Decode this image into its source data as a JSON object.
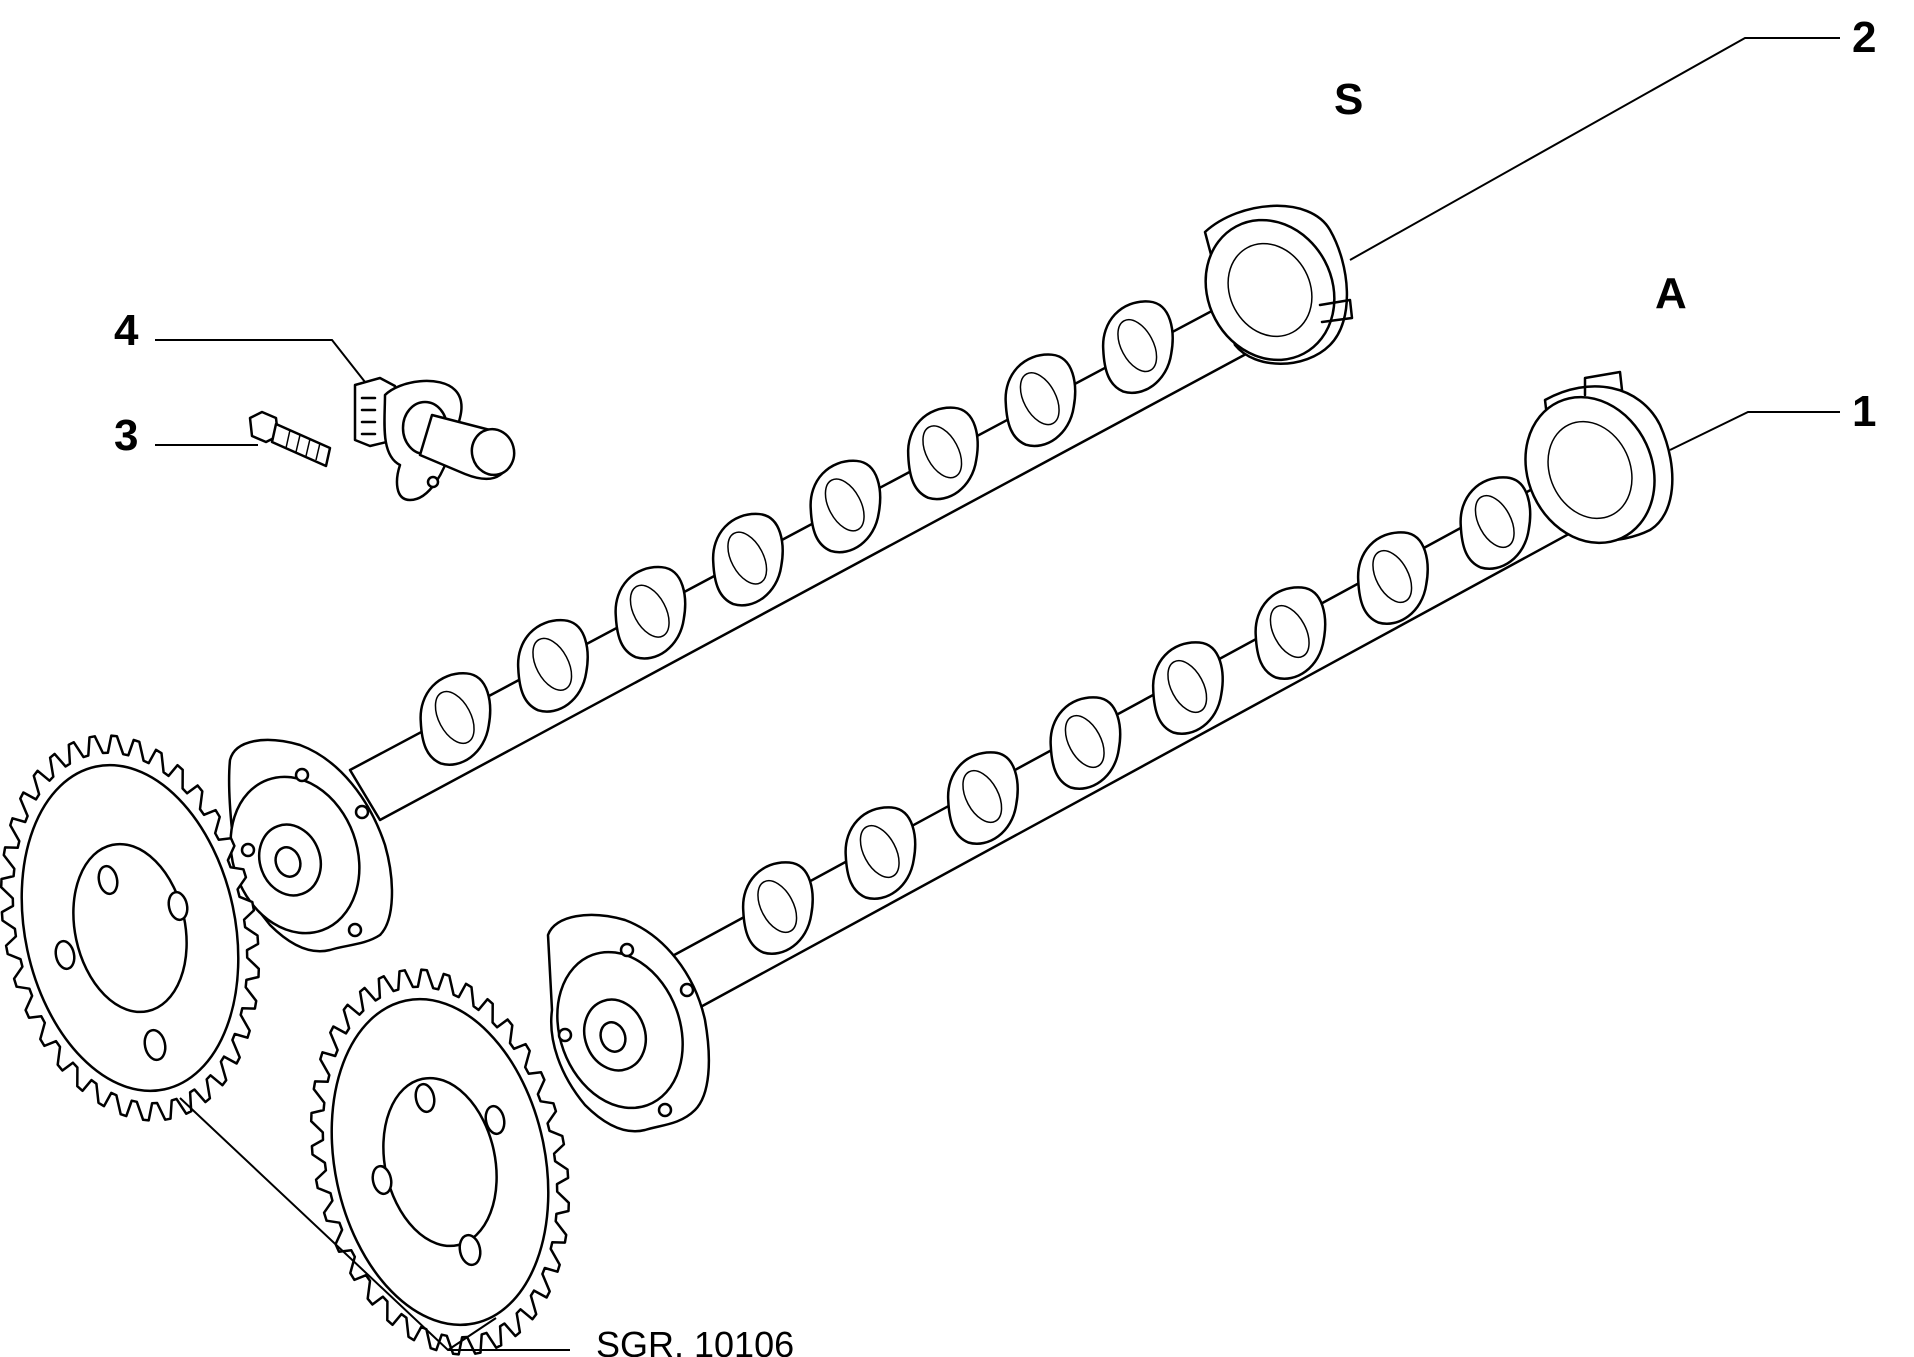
{
  "callouts": {
    "c1": "1",
    "c2": "2",
    "c3": "3",
    "c4": "4"
  },
  "shaft_labels": {
    "exhaust": "S",
    "intake": "A"
  },
  "reference": "SGR. 10106",
  "colors": {
    "line": "#000000",
    "background": "#ffffff"
  }
}
